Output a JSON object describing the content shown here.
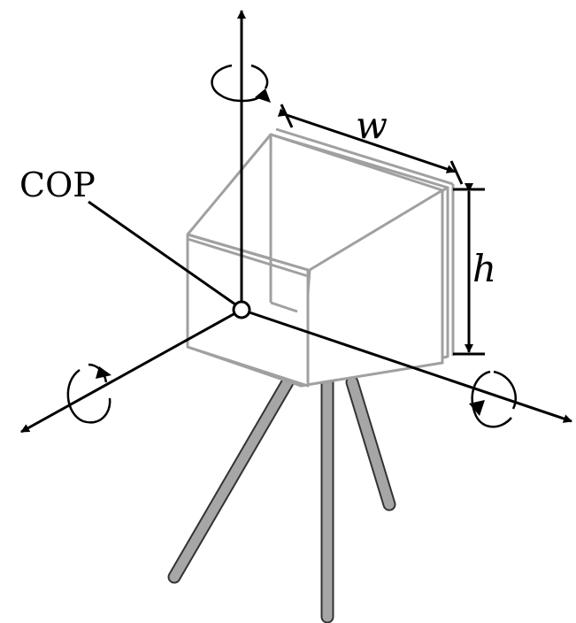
{
  "diagram": {
    "labels": {
      "cop": "COP",
      "width": "w",
      "height": "h"
    },
    "colors": {
      "ink": "#000000",
      "body_outline": "#a0a0a0",
      "tripod_fill": "#a6a6a6",
      "tripod_outline": "#333333"
    }
  }
}
